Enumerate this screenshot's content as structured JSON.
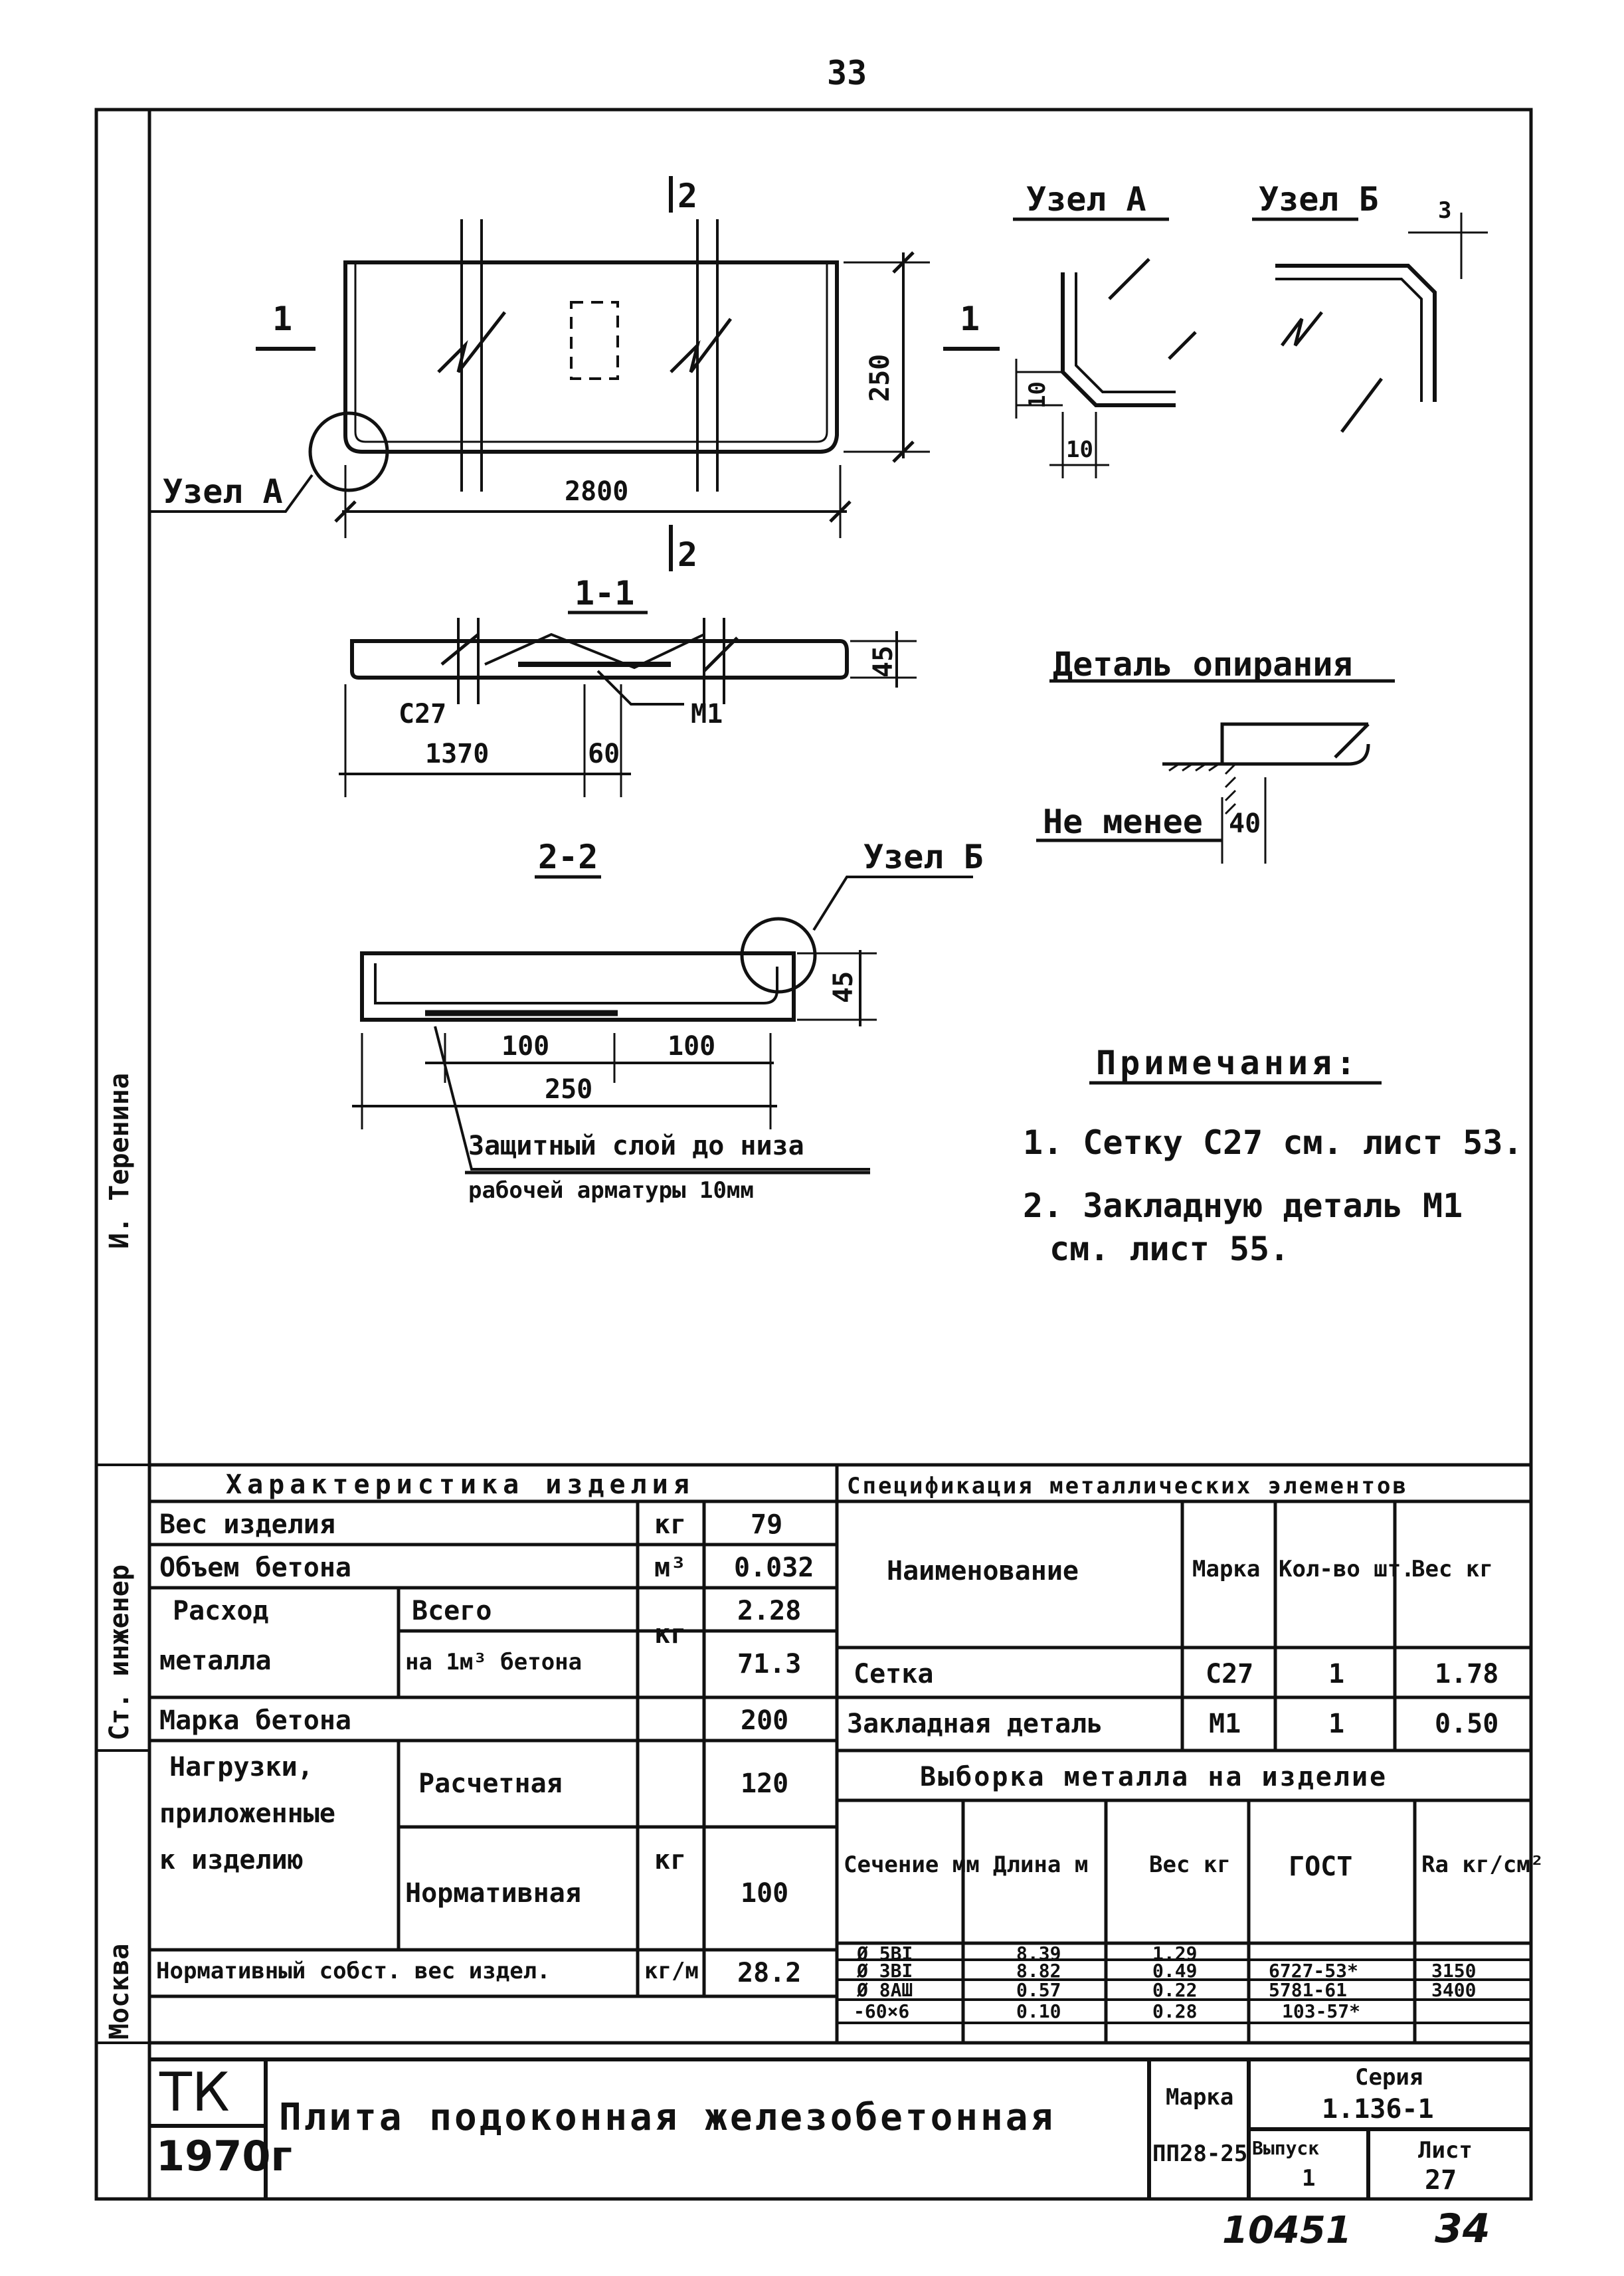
{
  "page_number_top": "33",
  "page_number_bottom": "34",
  "archive_number": "10451",
  "drawing": {
    "plan_dim_length": "2800",
    "plan_dim_width": "250",
    "section_mark_1": "1",
    "section_mark_2": "2",
    "node_a_label": "Узел А",
    "node_b_label": "Узел Б",
    "node_a_dim": "10",
    "node_a_dim2": "10",
    "node_b_dim": "3",
    "section_11_title": "1-1",
    "section_11_mark_c": "С27",
    "section_11_mark_m": "М1",
    "section_11_dim_a": "1370",
    "section_11_dim_b": "60",
    "section_11_height": "45",
    "section_22_title": "2-2",
    "section_22_dim_a": "100",
    "section_22_dim_b": "100",
    "section_22_dim_total": "250",
    "section_22_height": "45",
    "protective_layer_line1": "Защитный слой до низа",
    "protective_layer_line2": "рабочей арматуры 10мм",
    "support_detail_title": "Деталь опирания",
    "support_min_label": "Не менее",
    "support_min_value": "40"
  },
  "notes": {
    "title": "Примечания:",
    "items": [
      "1. Сетку С27 см. лист 53.",
      "2. Закладную деталь М1",
      "см. лист 55."
    ]
  },
  "characteristics": {
    "title": "Характеристика изделия",
    "rows": {
      "weight_label": "Вес изделия",
      "weight_unit": "кг",
      "weight_value": "79",
      "volume_label": "Объем бетона",
      "volume_unit": "м³",
      "volume_value": "0.032",
      "metal_label_1": "Расход",
      "metal_label_2": "металла",
      "metal_total_label": "Всего",
      "metal_per_label": "на 1м³ бетона",
      "metal_unit": "кг",
      "metal_total_value": "2.28",
      "metal_per_value": "71.3",
      "concrete_grade_label": "Марка бетона",
      "concrete_grade_value": "200",
      "loads_label_1": "Нагрузки,",
      "loads_label_2": "приложенные",
      "loads_label_3": "к изделию",
      "load_calc_label": "Расчетная",
      "load_norm_label": "Нормативная",
      "load_unit": "кг",
      "load_calc_value": "120",
      "load_norm_value": "100",
      "norm_weight_label": "Нормативный собст. вес издел.",
      "norm_weight_unit": "кг/м",
      "norm_weight_value": "28.2"
    }
  },
  "specification": {
    "title": "Спецификация металлических элементов",
    "headers": [
      "Наименование",
      "Марка",
      "Кол-во шт.",
      "Вес кг"
    ],
    "rows": [
      [
        "Сетка",
        "С27",
        "1",
        "1.78"
      ],
      [
        "Закладная деталь",
        "М1",
        "1",
        "0.50"
      ]
    ]
  },
  "metal_selection": {
    "title": "Выборка металла на изделие",
    "headers": [
      "Сечение мм",
      "Длина м",
      "Вес кг",
      "ГОСТ",
      "Ra кг/см²"
    ],
    "rows": [
      [
        "Ø 5ВI",
        "8.39",
        "1.29",
        "",
        ""
      ],
      [
        "Ø 3ВI",
        "8.82",
        "0.49",
        "6727-53*",
        "3150"
      ],
      [
        "Ø 8АШ",
        "0.57",
        "0.22",
        "5781-61",
        "3400"
      ],
      [
        "-60×6",
        "0.10",
        "0.28",
        "103-57*",
        ""
      ]
    ]
  },
  "title_block": {
    "org": "ТК",
    "year": "1970г",
    "product_name": "Плита подоконная железобетонная",
    "mark_label": "Марка",
    "mark_value": "ПП28-25",
    "series_label": "Серия",
    "series_value": "1.136-1",
    "issue_label": "Выпуск",
    "issue_value": "1",
    "sheet_label": "Лист",
    "sheet_value": "27"
  },
  "side_stamp": {
    "city": "Москва",
    "position": "Ст. инженер",
    "name": "И. Теренина"
  }
}
